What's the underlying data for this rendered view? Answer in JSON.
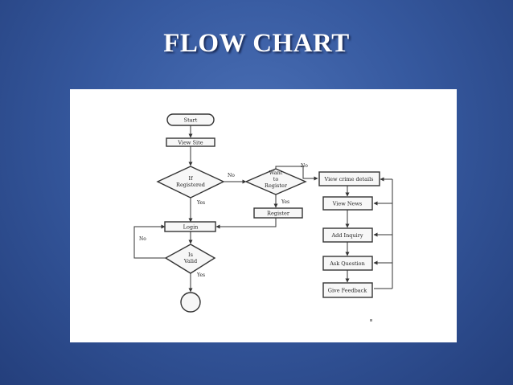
{
  "slide": {
    "title": "FLOW CHART"
  },
  "nodes": {
    "start": "Start",
    "view_site": "View Site",
    "if_registered": [
      "If",
      "Registered"
    ],
    "want_to_register": [
      "Want",
      "to",
      "Register"
    ],
    "register": "Register",
    "login": "Login",
    "is_valid": [
      "Is",
      "Valid"
    ],
    "view_crime_details": "View crime details",
    "view_news": "View News",
    "add_inquiry": "Add Inquiry",
    "ask_question": "Ask Question",
    "give_feedback": "Give Feedback"
  },
  "edges": {
    "registered_no": "No",
    "registered_yes": "Yes",
    "want_no": "No",
    "want_yes": "Yes",
    "valid_no": "No",
    "valid_yes": "Yes"
  }
}
